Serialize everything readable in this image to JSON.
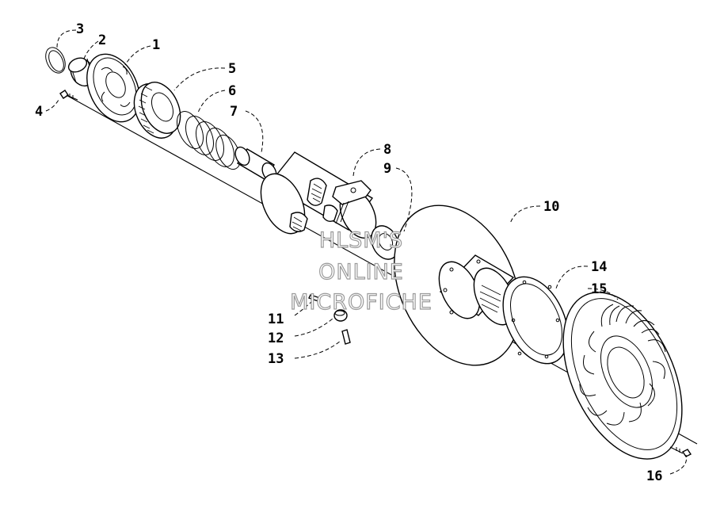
{
  "callouts": [
    {
      "id": "1",
      "text": "1"
    },
    {
      "id": "2",
      "text": "2"
    },
    {
      "id": "3",
      "text": "3"
    },
    {
      "id": "4",
      "text": "4"
    },
    {
      "id": "5",
      "text": "5"
    },
    {
      "id": "6",
      "text": "6"
    },
    {
      "id": "7",
      "text": "7"
    },
    {
      "id": "8",
      "text": "8"
    },
    {
      "id": "9",
      "text": "9"
    },
    {
      "id": "10",
      "text": "10"
    },
    {
      "id": "11",
      "text": "11"
    },
    {
      "id": "12",
      "text": "12"
    },
    {
      "id": "13",
      "text": "13"
    },
    {
      "id": "14",
      "text": "14"
    },
    {
      "id": "15",
      "text": "15"
    },
    {
      "id": "16",
      "text": "16"
    }
  ],
  "watermark": {
    "line1": "HLSM'S",
    "line2": "ONLINE",
    "line3": "MICROFICHE"
  }
}
